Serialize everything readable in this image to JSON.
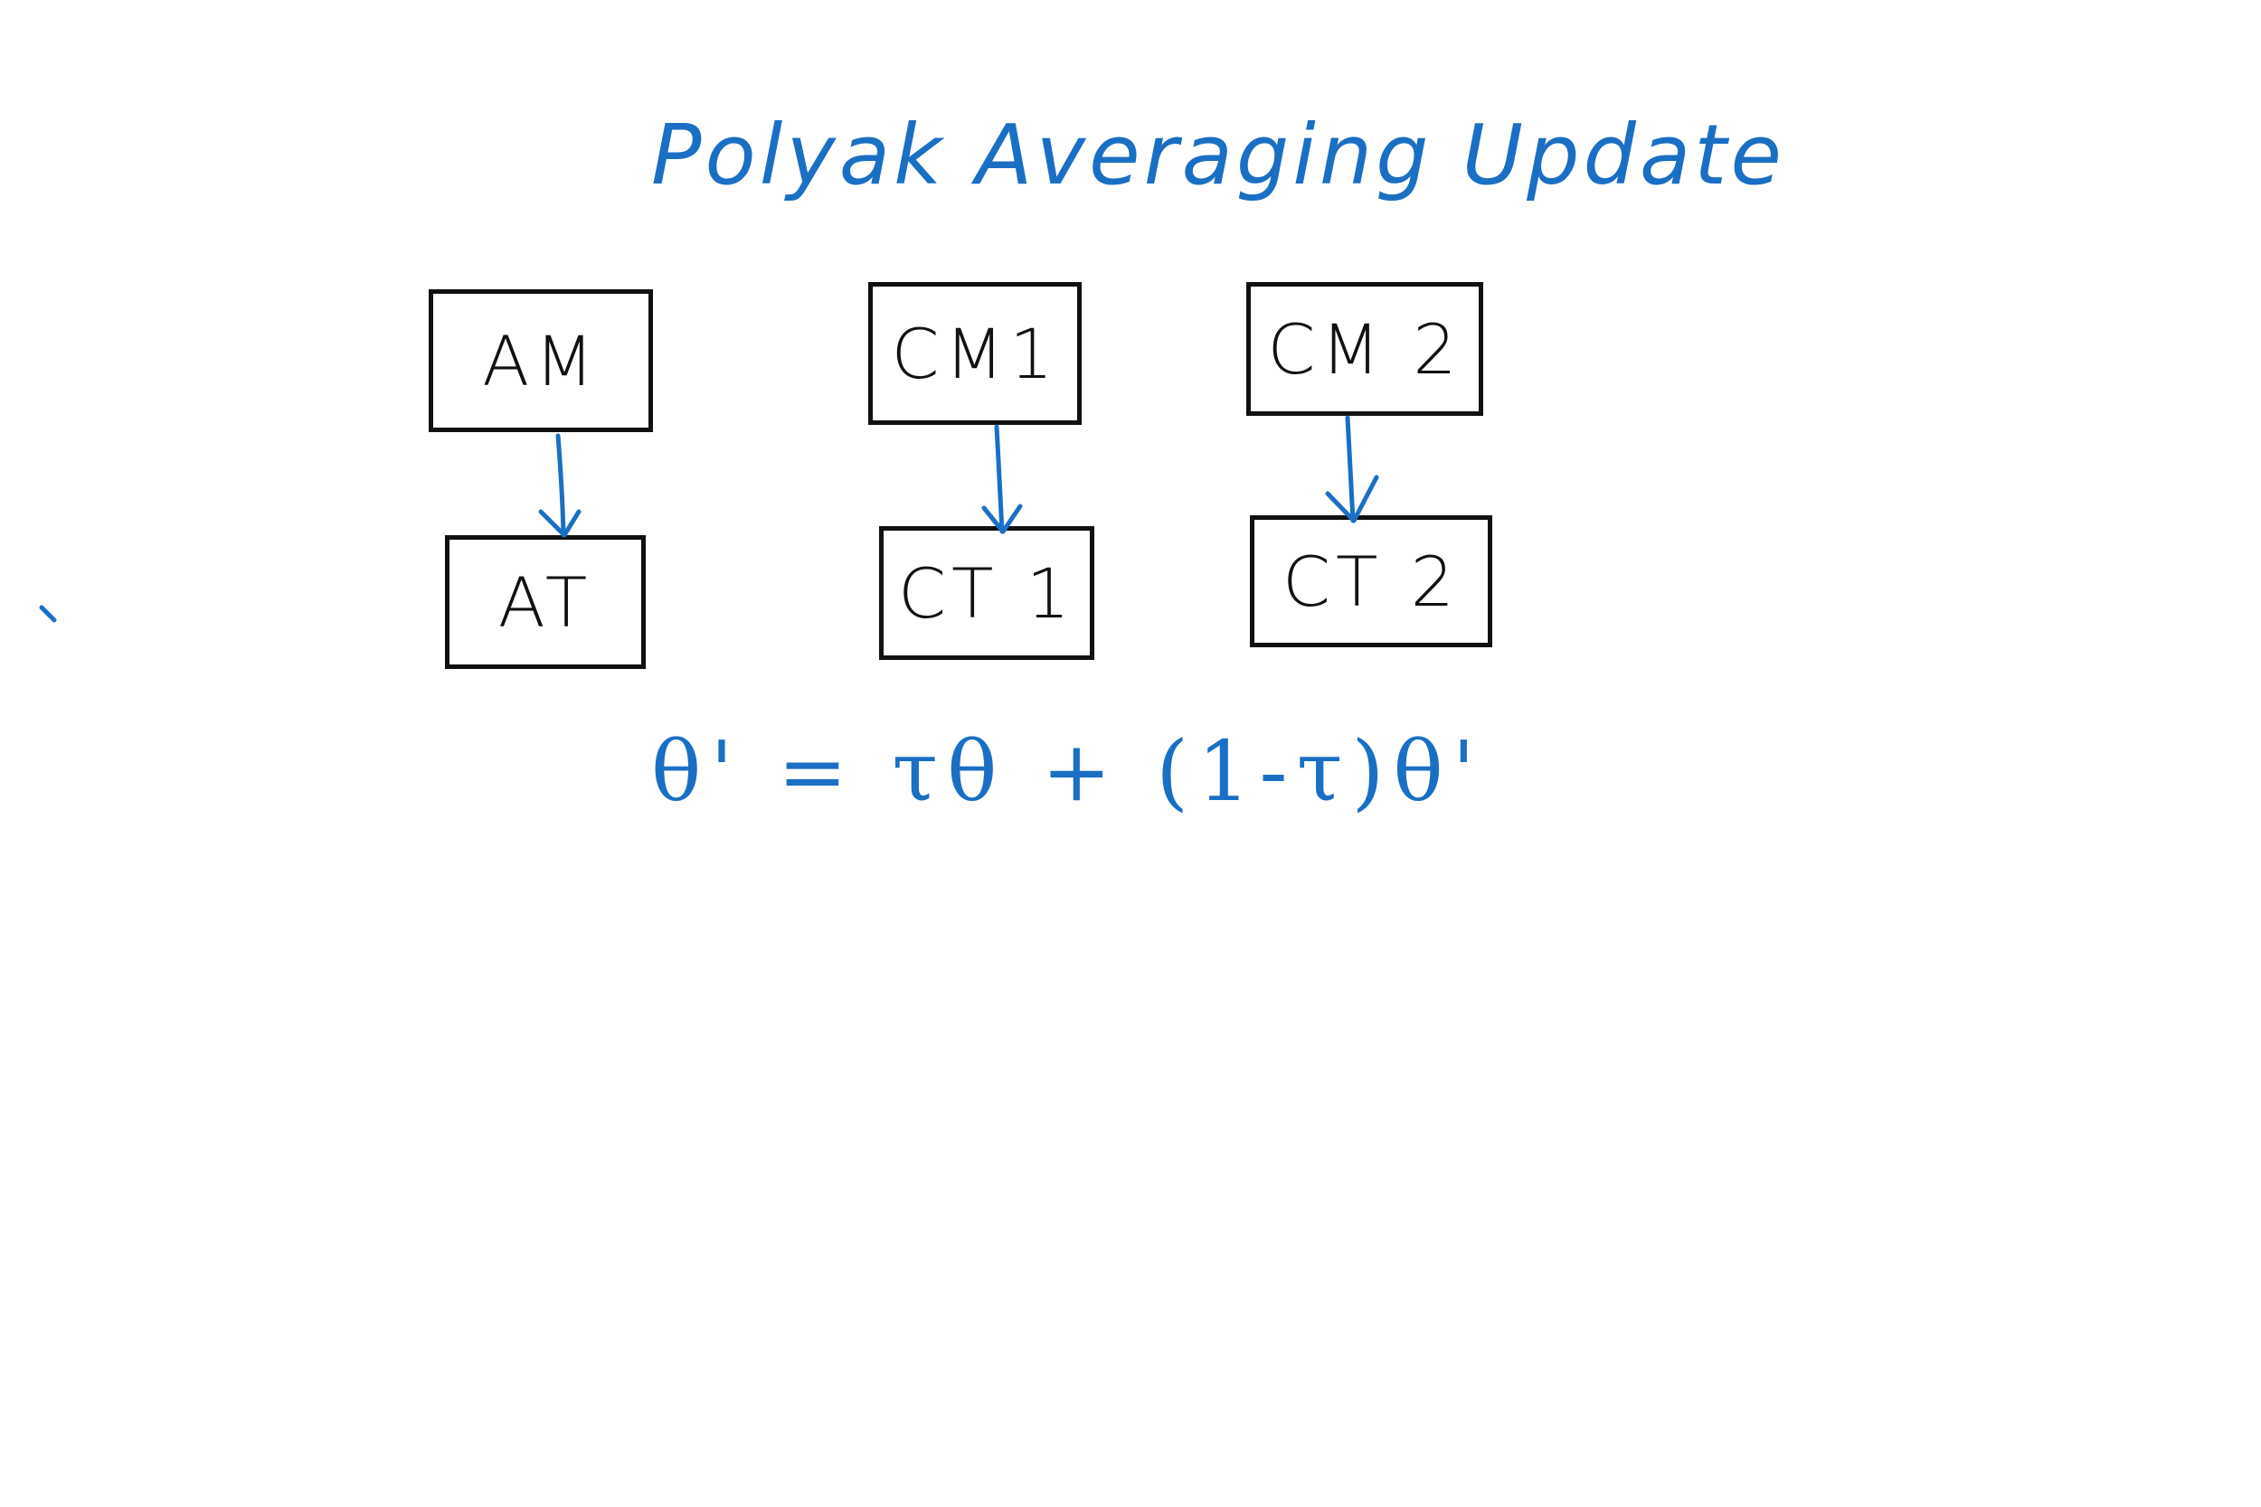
{
  "title": "Polyak Averaging Update",
  "boxes": {
    "am": "AM",
    "cm1": "CM1",
    "cm2": "CM 2",
    "at": "AT",
    "ct1": "CT 1",
    "ct2": "CT 2"
  },
  "equation": "θ' = τθ + (1-τ)θ'",
  "colors": {
    "ink_blue": "#1a6fc4",
    "ink_black": "#111111"
  }
}
